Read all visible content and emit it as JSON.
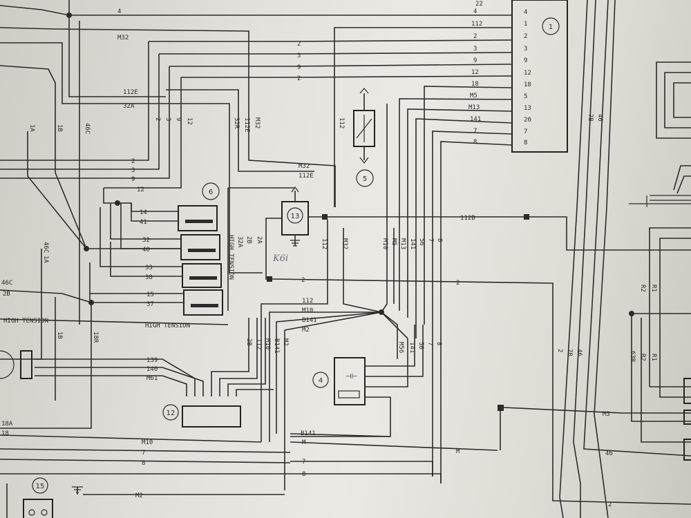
{
  "components": [
    {
      "id": "1",
      "label": "1"
    },
    {
      "id": "4",
      "label": "4"
    },
    {
      "id": "5",
      "label": "5"
    },
    {
      "id": "6",
      "label": "6"
    },
    {
      "id": "12",
      "label": "12"
    },
    {
      "id": "13",
      "label": "13"
    },
    {
      "id": "15",
      "label": "15"
    }
  ],
  "connector_pins_c1": [
    "4",
    "1",
    "2",
    "3",
    "9",
    "12",
    "18",
    "5",
    "13",
    "20",
    "7",
    "8"
  ],
  "wires_to_c1": [
    "4",
    "112",
    "2",
    "3",
    "9",
    "12",
    "18",
    "M5",
    "M13",
    "141",
    "7",
    "8"
  ],
  "left_top_wires": [
    "4",
    "M32"
  ],
  "left_group_wires": [
    "2",
    "3",
    "9",
    "2"
  ],
  "mid_wires": [
    "112E",
    "32A"
  ],
  "vertical_group_a": [
    "2",
    "3",
    "9",
    "12"
  ],
  "vertical_group_b": [
    "M32",
    "112E",
    "32R"
  ],
  "horiz_group_c": [
    "2",
    "3",
    "9",
    "12"
  ],
  "m32_label": "M32",
  "e112_label": "112E",
  "v112_label": "112",
  "coil_pins": [
    "14",
    "41",
    "32",
    "40",
    "33",
    "38",
    "15",
    "37"
  ],
  "coil_left_labels": [
    "1A",
    "1B",
    "46C"
  ],
  "sensor_wire": "112B",
  "ht_labels": [
    "HIGH TENSION",
    "HIGH TENSION",
    "HIGH TENSION"
  ],
  "module_labels": [
    "32A",
    "2B",
    "2A",
    "112",
    "M32",
    "M10",
    "M5",
    "M13",
    "141",
    "56",
    "7",
    "8"
  ],
  "junction_wires": [
    "112",
    "M10",
    "B141",
    "M2"
  ],
  "lower_verticals": [
    "2B",
    "112",
    "M10",
    "B141",
    "M2"
  ],
  "right_lower_verticals": [
    "M56",
    "141",
    "56",
    "7",
    "8"
  ],
  "connector12_wires": [
    "139",
    "140",
    "M61"
  ],
  "bottom_wires": [
    "M10",
    "7",
    "8",
    "M2"
  ],
  "bottom_right_wires": [
    "B141",
    "M",
    "7",
    "8"
  ],
  "right_wires": [
    "M",
    "M3",
    "46",
    "2"
  ],
  "right_vert": [
    "2",
    "7B",
    "46"
  ],
  "right_top_vert": [
    "7B",
    "46"
  ],
  "left_misc": [
    "46C",
    "2B",
    "18A",
    "18"
  ],
  "left_vert_lower": [
    "1A",
    "46C",
    "1B",
    "18R"
  ],
  "far_right_labels": [
    "R2",
    "R1",
    "R2",
    "R1",
    "63R"
  ],
  "two_wire": "2",
  "top_right_nums": [
    "22"
  ],
  "handwritten_note": "K6i"
}
